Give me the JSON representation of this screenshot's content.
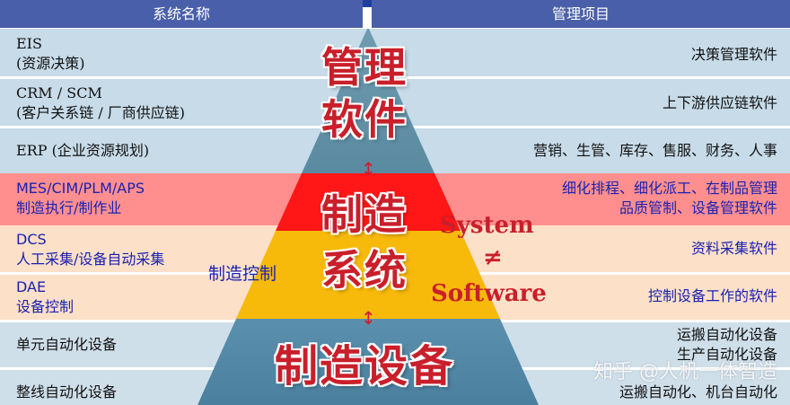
{
  "header": {
    "left_title": "系统名称",
    "right_title": "管理项目"
  },
  "rows": {
    "eis": {
      "left_line1": "EIS",
      "left_line2": "(资源决策)",
      "right": "决策管理软件"
    },
    "crm": {
      "left_line1": "CRM / SCM",
      "left_line2": "(客户关系链 / 厂商供应链)",
      "right": "上下游供应链软件"
    },
    "erp": {
      "left_line1": "ERP (企业资源规划)",
      "right": "营销、生管、库存、售服、财务、人事"
    },
    "mes": {
      "left_line1": "MES/CIM/PLM/APS",
      "left_line2": "制造执行/制作业",
      "right_line1": "细化排程、细化派工、在制品管理",
      "right_line2": "品质管制、设备管理软件"
    },
    "dcs": {
      "left_line1": "DCS",
      "left_line2": "人工采集/设备自动采集",
      "right": "资料采集软件"
    },
    "dae": {
      "left_line1": "DAE",
      "left_line2": "设备控制",
      "right": "控制设备工作的软件"
    },
    "unit": {
      "left": "单元自动化设备",
      "right_line1": "运搬自动化设备",
      "right_line2": "生产自动化设备"
    },
    "line": {
      "left": "整线自动化设备",
      "right": "运搬自动化、机台自动化"
    }
  },
  "pyramid": {
    "top_label_line1": "管理",
    "top_label_line2": "软件",
    "mid_label_line1": "制造",
    "mid_label_line2": "系统",
    "bottom_label": "制造设备",
    "side_label": "制造控制",
    "system_text": "System",
    "neq_text": "≠",
    "software_text": "Software"
  },
  "arrows": {
    "upper": "↕",
    "lower": "↕"
  },
  "watermark": "知乎 @人机一体智造",
  "colors": {
    "header": "#4a5fa9",
    "light_blue_row": "#c7dbe8",
    "light_blue_row_alt": "#d3e3ee",
    "mes_row": "#ff8f8f",
    "mfg_row": "#fde0c8",
    "bottom_row": "#cfdfea",
    "pyramid_top": "#5f8fa6",
    "pyramid_red": "#ff1616",
    "pyramid_yellow": "#f7b90a",
    "pyramid_bottom": "#4f88a7",
    "label_red": "#c91f2b",
    "blue_text": "#1a22b0"
  }
}
